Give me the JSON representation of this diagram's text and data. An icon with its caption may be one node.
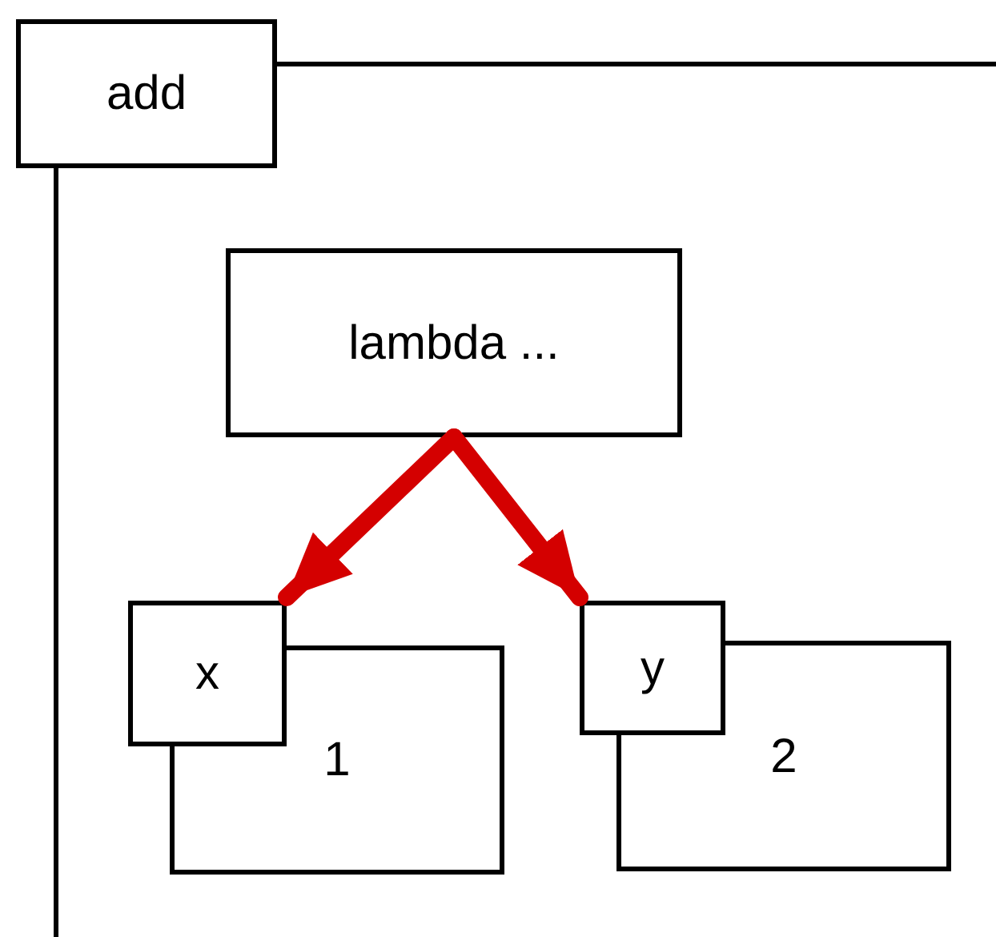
{
  "diagram": {
    "nodes": [
      {
        "text": [
          "add"
        ]
      },
      {
        "text": [
          "lambda ..."
        ],
        "in": 0
      },
      {
        "text": [
          "x"
        ],
        "in": 0
      },
      {
        "text": [
          "1"
        ],
        "in": 0
      },
      {
        "text": [
          "y"
        ],
        "in": 0
      },
      {
        "text": [
          "2"
        ],
        "in": 0
      }
    ],
    "edges": [
      {
        "from": 1,
        "to": 2,
        "arrow": "to",
        "color": "#d40000"
      },
      {
        "from": 1,
        "to": 4,
        "arrow": "to",
        "color": "#d40000"
      }
    ]
  }
}
